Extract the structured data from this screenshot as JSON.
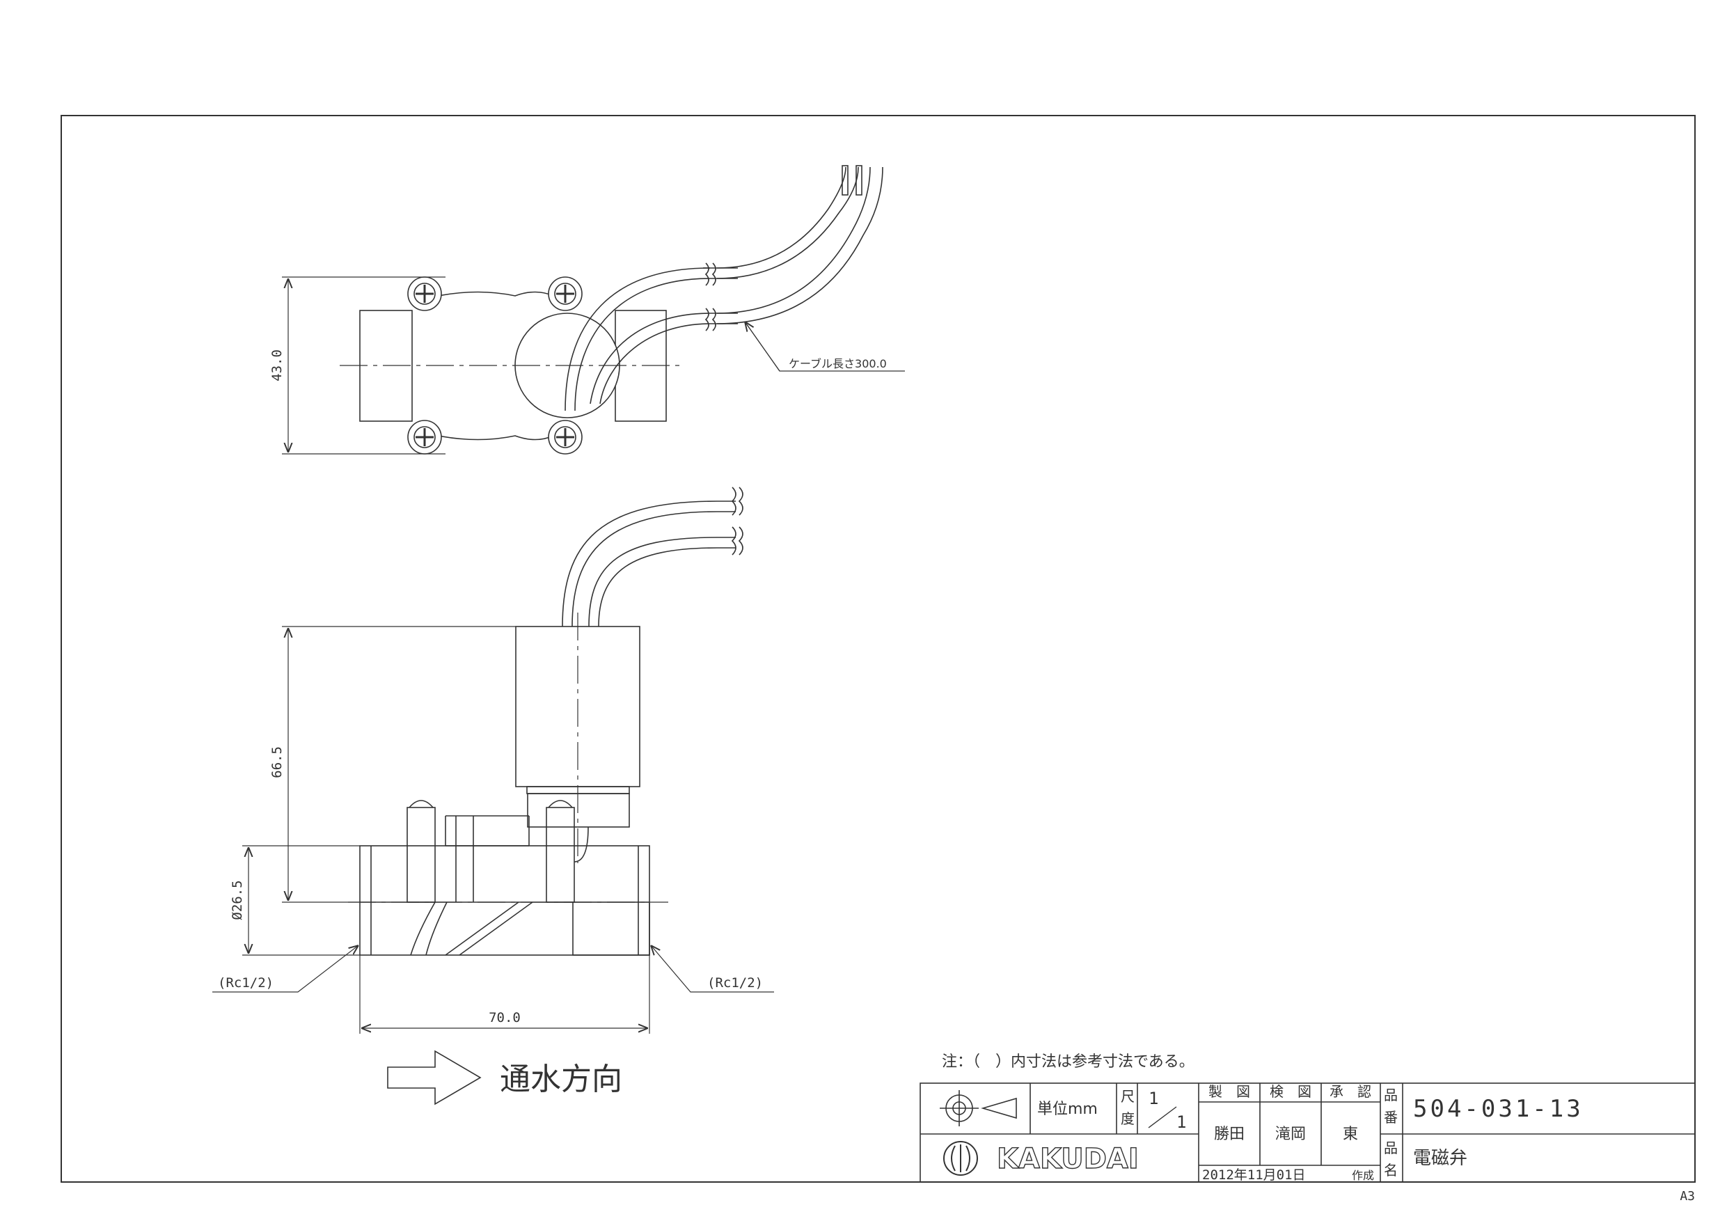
{
  "drawing": {
    "dimensions": {
      "top_height": "43.0",
      "cable_length": "ケーブル長さ300.0",
      "body_height": "66.5",
      "port_diameter": "Ø26.5",
      "port_left": "(Rc1/2)",
      "port_right": "(Rc1/2)",
      "body_width": "70.0"
    },
    "flow_direction": "通水方向"
  },
  "note": "注：（　）内寸法は参考寸法である。",
  "title_block": {
    "unit_label": "単位mm",
    "scale_label_1": "尺",
    "scale_label_2": "度",
    "scale_num": "1",
    "scale_den": "1",
    "roles": [
      "製　図",
      "検　図",
      "承　認"
    ],
    "names": [
      "勝田",
      "滝岡",
      "東"
    ],
    "date": "2012年11月01日",
    "created": "作成",
    "logo_text": "KAKUDAI",
    "part_no_label_1": "品",
    "part_no_label_2": "番",
    "part_no": "504-031-13",
    "part_name_label_1": "品",
    "part_name_label_2": "名",
    "part_name": "電磁弁"
  },
  "sheet_size": "A3",
  "colors": {
    "line": "#333333",
    "background": "#ffffff"
  }
}
